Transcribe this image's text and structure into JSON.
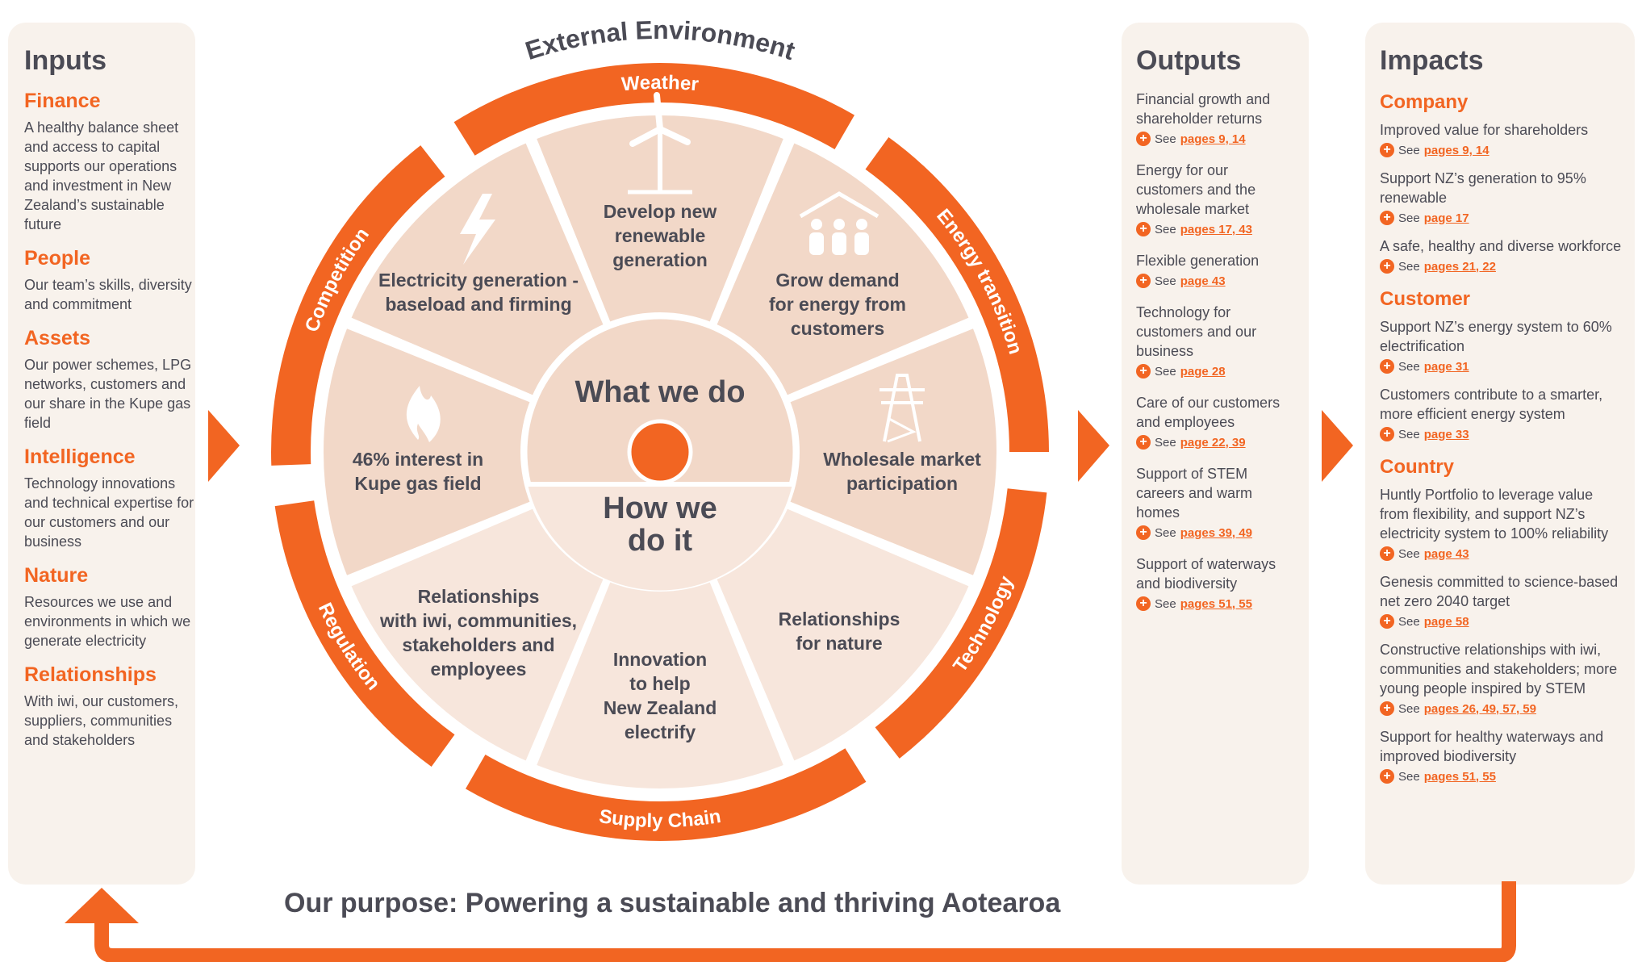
{
  "inputs": {
    "title": "Inputs",
    "items": [
      {
        "head": "Finance",
        "desc": "A healthy balance sheet and access to capital supports our operations and investment in New Zealand’s sustainable future"
      },
      {
        "head": "People",
        "desc": "Our team’s skills, diversity and commitment"
      },
      {
        "head": "Assets",
        "desc": "Our power schemes, LPG networks, customers and our share in the Kupe gas field"
      },
      {
        "head": "Intelligence",
        "desc": "Technology innovations and technical expertise for our customers and our business"
      },
      {
        "head": "Nature",
        "desc": "Resources we use and environments in which we generate electricity"
      },
      {
        "head": "Relationships",
        "desc": "With iwi, our customers, suppliers, communities and stakeholders"
      }
    ]
  },
  "wheel": {
    "title": "External Environment",
    "ring_labels": [
      "Weather",
      "Energy transition",
      "Technology",
      "Supply Chain",
      "Regulation",
      "Competition"
    ],
    "center_top": "What we do",
    "center_bottom": [
      "How we",
      "do it"
    ],
    "what_we_do": [
      {
        "lines": [
          "Develop new",
          "renewable",
          "generation"
        ],
        "icon": "wind-turbine-icon"
      },
      {
        "lines": [
          "Grow demand",
          "for energy from",
          "customers"
        ],
        "icon": "people-house-icon"
      },
      {
        "lines": [
          "Wholesale market",
          "participation"
        ],
        "icon": "transmission-tower-icon"
      },
      {
        "lines": [
          "46% interest in",
          "Kupe gas field"
        ],
        "icon": "flame-icon"
      },
      {
        "lines": [
          "Electricity generation -",
          "baseload and firming"
        ],
        "icon": "lightning-icon"
      }
    ],
    "how_we_do_it": [
      {
        "lines": [
          "Relationships",
          "for nature"
        ]
      },
      {
        "lines": [
          "Innovation",
          "to help",
          "New Zealand",
          "electrify"
        ]
      },
      {
        "lines": [
          "Relationships",
          "with iwi, communities,",
          "stakeholders and",
          "employees"
        ]
      }
    ]
  },
  "outputs": {
    "title": "Outputs",
    "see_label": "See",
    "items": [
      {
        "text": "Financial growth and shareholder returns",
        "pages_label": "pages",
        "pages": [
          "9",
          "14"
        ]
      },
      {
        "text": "Energy for our customers and the wholesale market",
        "pages_label": "pages",
        "pages": [
          "17",
          "43"
        ]
      },
      {
        "text": "Flexible generation",
        "pages_label": "page",
        "pages": [
          "43"
        ]
      },
      {
        "text": "Technology for customers and our business",
        "pages_label": "page",
        "pages": [
          "28"
        ]
      },
      {
        "text": "Care of our customers and employees",
        "pages_label": "page",
        "pages": [
          "22",
          "39"
        ]
      },
      {
        "text": "Support of STEM careers and warm homes",
        "pages_label": "pages",
        "pages": [
          "39",
          "49"
        ]
      },
      {
        "text": "Support of waterways and biodiversity",
        "pages_label": "pages",
        "pages": [
          "51",
          "55"
        ]
      }
    ]
  },
  "impacts": {
    "title": "Impacts",
    "see_label": "See",
    "groups": [
      {
        "head": "Company",
        "items": [
          {
            "text": "Improved value for shareholders",
            "pages_label": "pages",
            "pages": [
              "9",
              "14"
            ]
          },
          {
            "text": "Support NZ’s generation to 95% renewable",
            "pages_label": "page",
            "pages": [
              "17"
            ]
          },
          {
            "text": "A safe, healthy and diverse workforce",
            "pages_label": "pages",
            "pages": [
              "21",
              "22"
            ]
          }
        ]
      },
      {
        "head": "Customer",
        "items": [
          {
            "text": "Support NZ’s energy system to 60% electrification",
            "pages_label": "page",
            "pages": [
              "31"
            ]
          },
          {
            "text": "Customers contribute to a smarter, more efficient energy system",
            "pages_label": "page",
            "pages": [
              "33"
            ]
          }
        ]
      },
      {
        "head": "Country",
        "items": [
          {
            "text": "Huntly Portfolio to leverage value from flexibility, and support NZ’s electricity system to 100% reliability",
            "pages_label": "page",
            "pages": [
              "43"
            ]
          },
          {
            "text": "Genesis committed to science-based net zero 2040 target",
            "pages_label": "page",
            "pages": [
              "58"
            ]
          },
          {
            "text": "Constructive relationships with iwi, communities and stakeholders; more young people inspired by STEM",
            "pages_label": "pages",
            "pages": [
              "26",
              "49",
              "57",
              "59"
            ]
          },
          {
            "text": "Support for healthy waterways and improved biodiversity",
            "pages_label": "pages",
            "pages": [
              "51",
              "55"
            ]
          }
        ]
      }
    ]
  },
  "purpose": "Our purpose: Powering a sustainable and thriving Aotearoa",
  "colors": {
    "accent": "#f26522",
    "panel": "#f8f2ec",
    "what_fill": "#f2d8c8",
    "how_fill": "#f7e6dc",
    "text": "#4b4b55"
  }
}
